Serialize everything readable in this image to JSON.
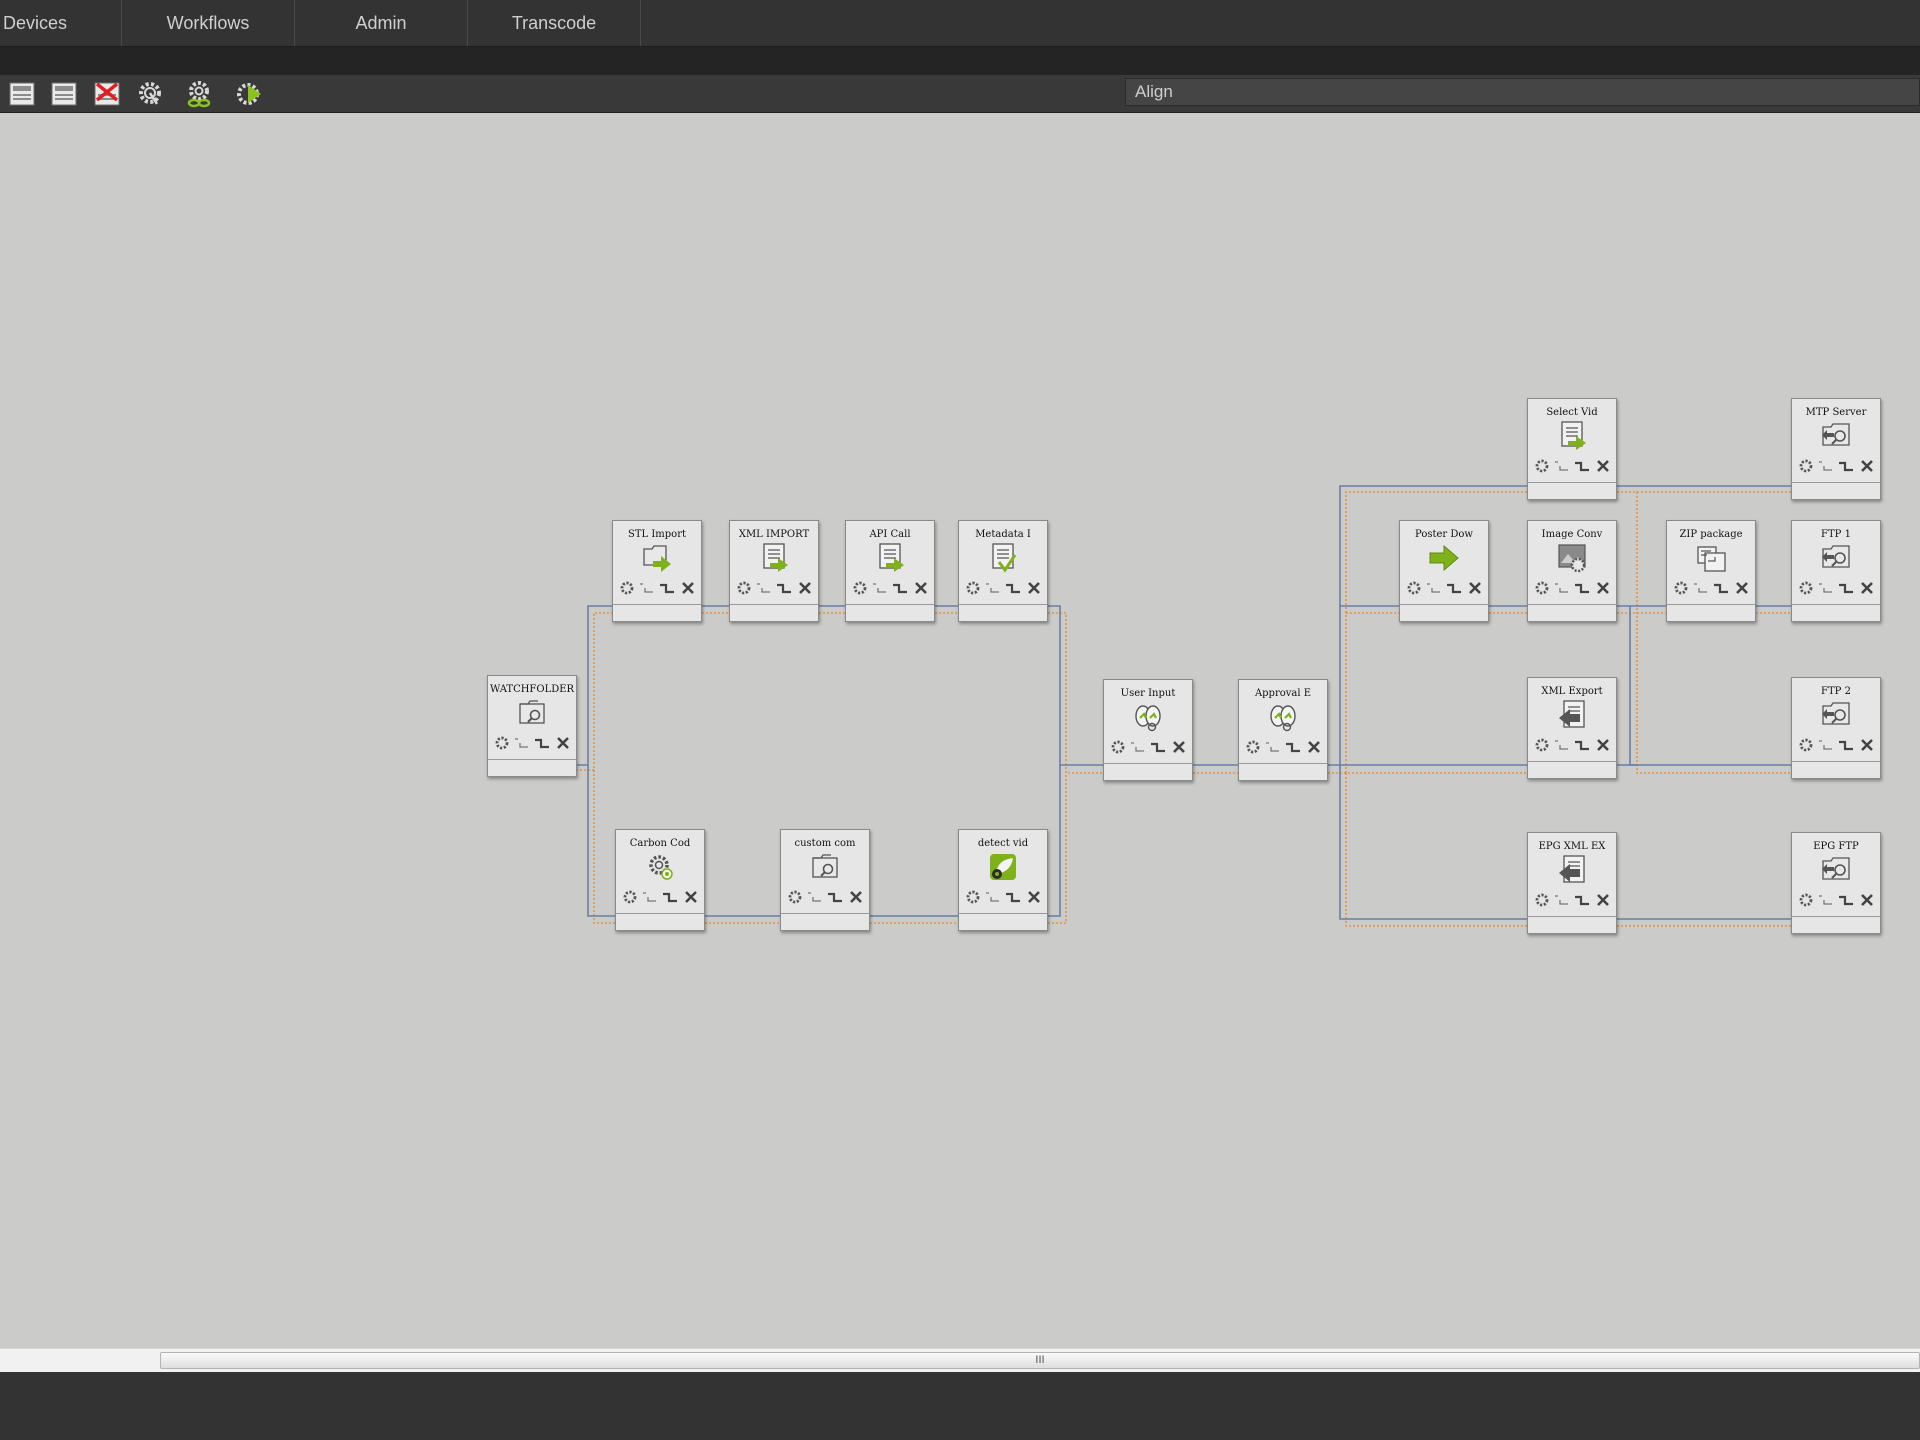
{
  "nav": {
    "tabs": [
      {
        "label": "Devices"
      },
      {
        "label": "Workflows"
      },
      {
        "label": "Admin"
      },
      {
        "label": "Transcode"
      }
    ]
  },
  "toolbar": {
    "buttons": [
      {
        "name": "save-workflow-icon"
      },
      {
        "name": "save-as-icon"
      },
      {
        "name": "delete-workflow-icon"
      },
      {
        "name": "settings-gear-icon"
      },
      {
        "name": "link-gear-icon"
      },
      {
        "name": "run-workflow-icon"
      }
    ],
    "align_label": "Align"
  },
  "colors": {
    "main_wire": "#6a7fa6",
    "alt_wire": "#e8872a",
    "accent_green": "#7fb21a",
    "nav_bg": "#333333",
    "canvas_bg": "#cbcbc9"
  },
  "nodes": [
    {
      "id": "watchfolder",
      "title": "WATCHFOLDER",
      "icon": "folder-search-icon"
    },
    {
      "id": "stl_import",
      "title": "STL Import",
      "icon": "folder-arrow-icon"
    },
    {
      "id": "xml_import",
      "title": "XML IMPORT",
      "icon": "document-arrow-icon"
    },
    {
      "id": "api_call",
      "title": "API Call",
      "icon": "document-arrow-icon"
    },
    {
      "id": "metadata",
      "title": "Metadata I",
      "icon": "document-check-icon"
    },
    {
      "id": "carbon",
      "title": "Carbon Cod",
      "icon": "gear-badge-icon"
    },
    {
      "id": "custom",
      "title": "custom com",
      "icon": "folder-search-icon"
    },
    {
      "id": "detect",
      "title": "detect vid",
      "icon": "leaf-gear-icon"
    },
    {
      "id": "user_input",
      "title": "User Input",
      "icon": "approval-eyes-icon"
    },
    {
      "id": "approval",
      "title": "Approval E",
      "icon": "approval-eyes-icon"
    },
    {
      "id": "select_vid",
      "title": "Select Vid",
      "icon": "document-arrow-icon"
    },
    {
      "id": "poster",
      "title": "Poster Dow",
      "icon": "green-arrow-icon"
    },
    {
      "id": "image_conv",
      "title": "Image Conv",
      "icon": "image-gear-icon"
    },
    {
      "id": "xml_export",
      "title": "XML Export",
      "icon": "document-export-icon"
    },
    {
      "id": "epg_xml",
      "title": "EPG XML EX",
      "icon": "document-export-icon"
    },
    {
      "id": "zip",
      "title": "ZIP package",
      "icon": "zip-package-icon"
    },
    {
      "id": "mtp",
      "title": "MTP Server",
      "icon": "ftp-upload-icon"
    },
    {
      "id": "ftp1",
      "title": "FTP 1",
      "icon": "ftp-upload-icon"
    },
    {
      "id": "ftp2",
      "title": "FTP 2",
      "icon": "ftp-upload-icon"
    },
    {
      "id": "epg_ftp",
      "title": "EPG FTP",
      "icon": "ftp-upload-icon"
    }
  ],
  "scroll": {
    "thumb_glyph": "III"
  }
}
